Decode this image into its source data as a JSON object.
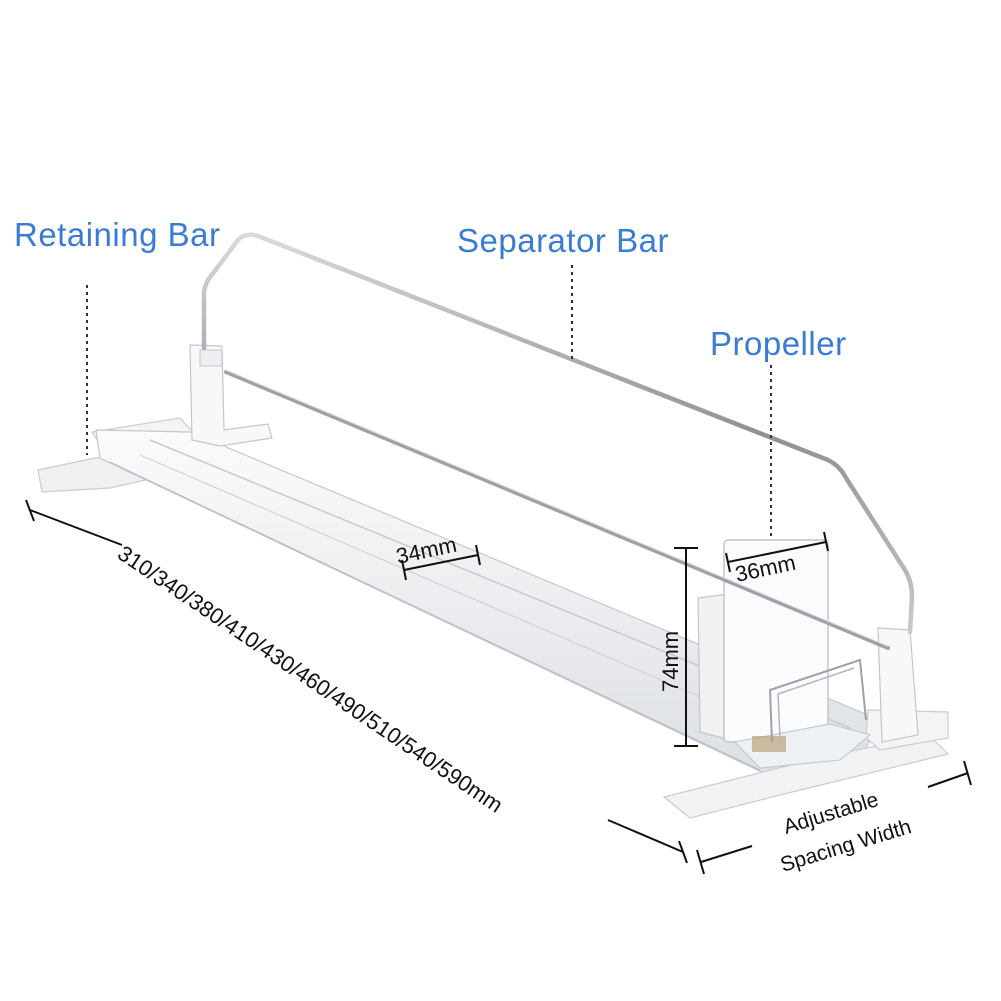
{
  "labels": {
    "retaining_bar": "Retaining Bar",
    "separator_bar": "Separator Bar",
    "propeller": "Propeller"
  },
  "dimensions": {
    "track_width": "34mm",
    "propeller_width": "36mm",
    "propeller_height": "74mm",
    "lengths": "310/340/380/410/430/460/490/510/540/590mm",
    "spacing_line1": "Adjustable",
    "spacing_line2": "Spacing Width"
  },
  "colors": {
    "callout": "#3a7bd5",
    "dimension_text": "#111111",
    "product_body": "#f4f5f7",
    "wire": "#9a9da3"
  }
}
